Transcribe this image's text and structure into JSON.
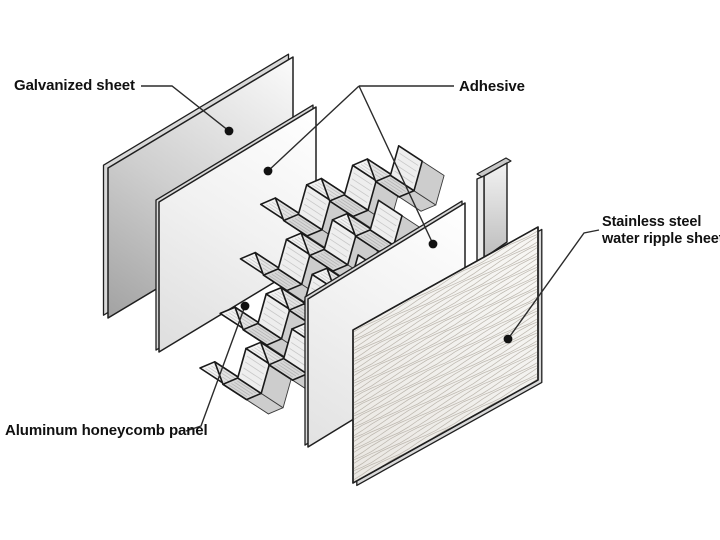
{
  "diagram_type": "exploded-assembly-diagram",
  "labels": {
    "galvanized": "Galvanized sheet",
    "adhesive": "Adhesive",
    "honeycomb": "Aluminum honeycomb panel",
    "stainless_line1": "Stainless steel",
    "stainless_line2": "water ripple sheet"
  },
  "colors": {
    "background": "#ffffff",
    "outline": "#1f1f1f",
    "leader": "#2b2b2b",
    "dot": "#111111",
    "text": "#111111",
    "panel_dark": "#a2a2a2",
    "panel_light": "#fbfbfb",
    "adhesive_sheet": "#f4f4f4",
    "honeycomb_flat": "#d7d7d7",
    "honeycomb_bright": "#f3f3f3",
    "ripple_base": "#f0eeea",
    "ripple_texture": "#b5afa6"
  }
}
